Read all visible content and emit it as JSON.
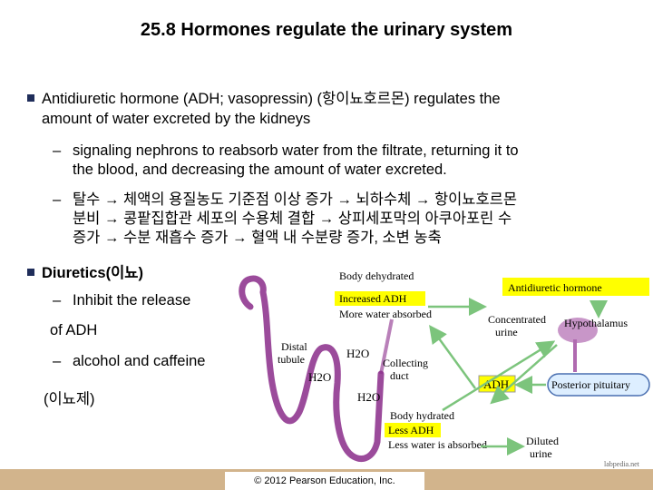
{
  "title": "25.8 Hormones regulate the urinary system",
  "bullet1": {
    "line1": "Antidiuretic hormone (ADH; vasopressin) (항이뇨호르몬) regulates the",
    "line2": "amount of water excreted by the kidneys"
  },
  "sub1": {
    "line1": "signaling nephrons to reabsorb water from the filtrate, returning it to",
    "line2": "the blood, and decreasing the amount of water excreted."
  },
  "sub2": {
    "line1": "탈수 → 체액의 용질농도 기준점 이상 증가 → 뇌하수체 → 항이뇨호르몬",
    "line2": "분비 → 콩팥집합관 세포의 수용체 결합 → 상피세포막의 아쿠아포린 수",
    "line3": "증가 → 수분 재흡수 증가 → 혈액 내 수분량 증가, 소변 농축"
  },
  "bullet2": {
    "text": "Diuretics(이뇨)"
  },
  "sub3": {
    "text": "Inhibit the release"
  },
  "sub3b": {
    "text": "of ADH"
  },
  "sub4": {
    "text": "alcohol and caffeine"
  },
  "sub4b": {
    "text": "(이뇨제)"
  },
  "dash": "–",
  "diagram": {
    "body_dehydrated": "Body dehydrated",
    "increased_adh": "Increased ADH",
    "more_water": "More water absorbed",
    "adh_box": "Antidiuretic hormone",
    "concentrated_1": "Concentrated",
    "concentrated_2": "urine",
    "hypothalamus": "Hypothalamus",
    "distal_1": "Distal",
    "distal_2": "tubule",
    "h2o_a": "H2O",
    "h2o_b": "H2O",
    "h2o_c": "H2O",
    "collecting_1": "Collecting",
    "collecting_2": "duct",
    "adh_label": "ADH",
    "posterior_pituitary": "Posterior pituitary",
    "body_hydrated": "Body hydrated",
    "less_adh": "Less ADH",
    "less_water": "Less water is absorbed",
    "diluted_1": "Diluted",
    "diluted_2": "urine",
    "watermark": "labpedia.net",
    "colors": {
      "highlight": "#ffff00",
      "arrow": "#8fd18f",
      "pituitary": "#ddeeff",
      "organ": "#8a2b8a"
    }
  },
  "footer": {
    "copyright": "© 2012 Pearson Education, Inc."
  }
}
